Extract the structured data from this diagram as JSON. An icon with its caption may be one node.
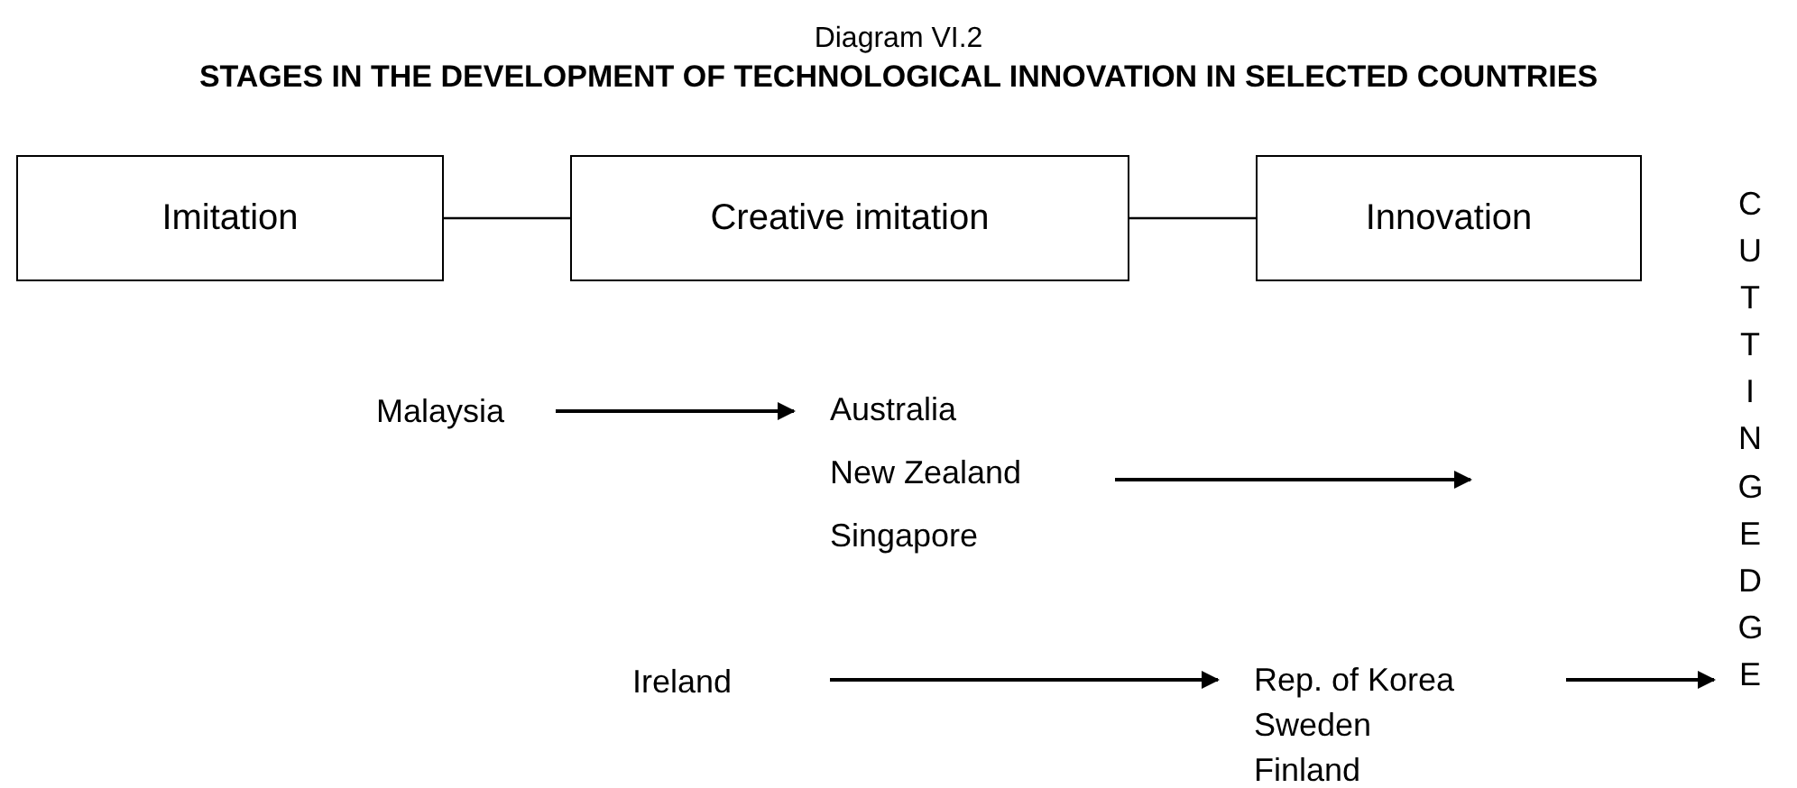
{
  "diagram": {
    "title": "STAGES IN THE DEVELOPMENT OF TECHNOLOGICAL INNOVATION IN SELECTED COUNTRIES",
    "labels": [
      "Diagram VI.2"
    ],
    "nodes": [
      {
        "text": [
          "Imitation"
        ]
      },
      {
        "text": [
          "Creative imitation"
        ]
      },
      {
        "text": [
          "Innovation"
        ]
      },
      {
        "text": [
          "Malaysia"
        ]
      },
      {
        "text": [
          "Australia",
          "New Zealand",
          "Singapore"
        ]
      },
      {
        "text": [
          "Ireland"
        ]
      },
      {
        "text": [
          "Rep. of Korea",
          "Sweden",
          "Finland"
        ]
      },
      {
        "text": [
          "CUTTING EDGE"
        ]
      }
    ],
    "edges": [
      {
        "from": 0,
        "to": 1,
        "arrow": "none"
      },
      {
        "from": 1,
        "to": 2,
        "arrow": "none"
      },
      {
        "from": 3,
        "to": 4,
        "arrow": "to"
      },
      {
        "from": 4,
        "to": null,
        "arrow": "to"
      },
      {
        "from": 5,
        "to": 6,
        "arrow": "to"
      },
      {
        "from": 6,
        "to": 7,
        "arrow": "to"
      }
    ]
  }
}
